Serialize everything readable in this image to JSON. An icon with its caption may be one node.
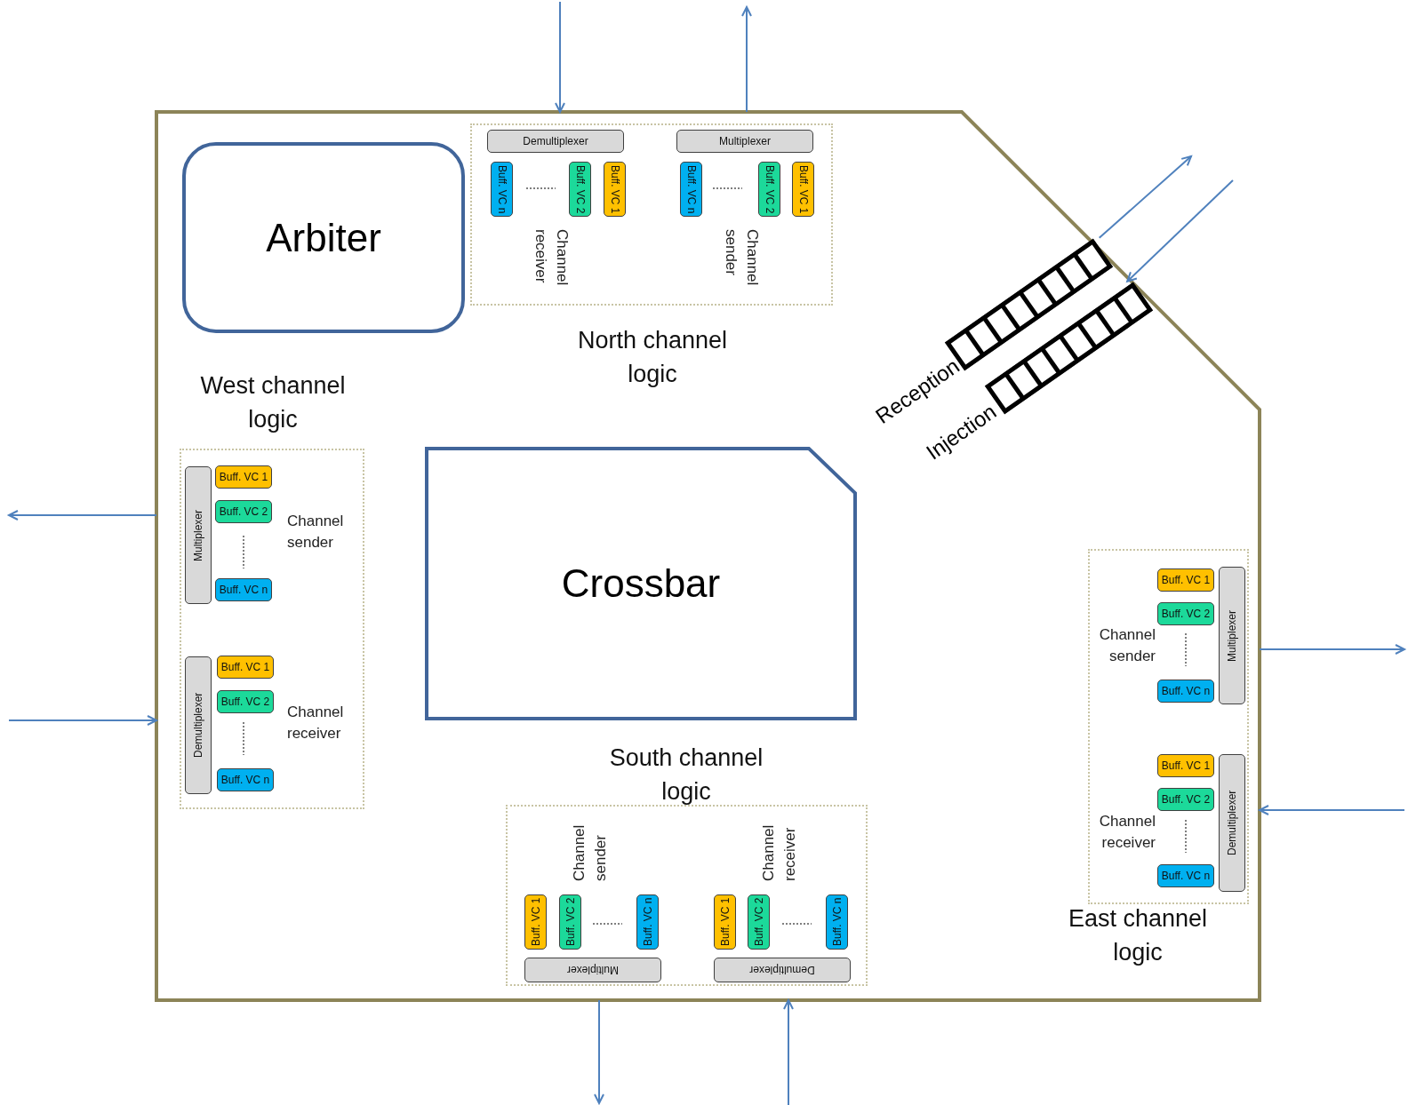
{
  "diagram": {
    "nodes": [
      {
        "text": [],
        "shape": "box"
      },
      {
        "text": [
          "Arbiter"
        ],
        "in": 0
      },
      {
        "text": [
          "North channel logic"
        ],
        "in": 0
      },
      {
        "text": [
          "Demultiplexer"
        ],
        "in": 2
      },
      {
        "text": [
          "Buff. VC n"
        ],
        "in": 2
      },
      {
        "text": [
          "Buff. VC 2"
        ],
        "in": 2
      },
      {
        "text": [
          "Buff. VC 1"
        ],
        "in": 2
      },
      {
        "text": [
          "Multiplexer"
        ],
        "in": 2
      },
      {
        "text": [
          "Buff. VC n"
        ],
        "in": 2
      },
      {
        "text": [
          "Buff. VC 2"
        ],
        "in": 2
      },
      {
        "text": [
          "Buff. VC 1"
        ],
        "in": 2
      },
      {
        "text": [
          "West channel logic"
        ],
        "in": 0
      },
      {
        "text": [
          "Multiplexer"
        ],
        "in": 11
      },
      {
        "text": [
          "Buff. VC 1"
        ],
        "in": 11
      },
      {
        "text": [
          "Buff. VC 2"
        ],
        "in": 11
      },
      {
        "text": [
          "Buff. VC n"
        ],
        "in": 11
      },
      {
        "text": [
          "Demultiplexer"
        ],
        "in": 11
      },
      {
        "text": [
          "Buff. VC 1"
        ],
        "in": 11
      },
      {
        "text": [
          "Buff. VC 2"
        ],
        "in": 11
      },
      {
        "text": [
          "Buff. VC n"
        ],
        "in": 11
      },
      {
        "text": [
          "Reception"
        ],
        "in": 0
      },
      {
        "text": [
          "Injection"
        ],
        "in": 0
      },
      {
        "text": [
          "Crossbar"
        ],
        "in": 0
      },
      {
        "text": [
          "East channel logic"
        ],
        "in": 0
      },
      {
        "text": [
          "Buff. VC 1"
        ],
        "in": 23
      },
      {
        "text": [
          "Buff. VC 2"
        ],
        "in": 23
      },
      {
        "text": [
          "Buff. VC n"
        ],
        "in": 23
      },
      {
        "text": [
          "Multiplexer"
        ],
        "in": 23
      },
      {
        "text": [
          "Buff. VC 1"
        ],
        "in": 23
      },
      {
        "text": [
          "Buff. VC 2"
        ],
        "in": 23
      },
      {
        "text": [
          "Buff. VC n"
        ],
        "in": 23
      },
      {
        "text": [
          "Demultiplexer"
        ],
        "in": 23
      },
      {
        "text": [
          "South channel logic"
        ],
        "in": 0
      },
      {
        "text": [
          "Buff. VC 1"
        ],
        "in": 32
      },
      {
        "text": [
          "Buff. VC 2"
        ],
        "in": 32
      },
      {
        "text": [
          "Buff. VC n"
        ],
        "in": 32
      },
      {
        "text": [
          "Multiplexer"
        ],
        "in": 32
      },
      {
        "text": [
          "Buff. VC 1"
        ],
        "in": 32
      },
      {
        "text": [
          "Buff. VC 2"
        ],
        "in": 32
      },
      {
        "text": [
          "Buff. VC n"
        ],
        "in": 32
      },
      {
        "text": [
          "Demultiplexer"
        ],
        "in": 32
      }
    ],
    "edges": [
      {
        "from": null,
        "to": 0,
        "arrow": "to"
      },
      {
        "from": 0,
        "to": null,
        "arrow": "to"
      },
      {
        "from": 20,
        "to": null,
        "arrow": "to"
      },
      {
        "from": null,
        "to": 21,
        "arrow": "to"
      },
      {
        "from": 0,
        "to": null,
        "arrow": "to"
      },
      {
        "from": null,
        "to": 0,
        "arrow": "to"
      },
      {
        "from": 0,
        "to": null,
        "arrow": "to"
      },
      {
        "from": null,
        "to": 0,
        "arrow": "to"
      },
      {
        "from": 0,
        "to": null,
        "arrow": "to"
      },
      {
        "from": null,
        "to": 0,
        "arrow": "to"
      }
    ],
    "labels": [
      "Channel receiver",
      "Channel sender",
      "Channel sender",
      "Channel receiver",
      "Channel sender",
      "Channel receiver",
      "Channel sender",
      "Channel receiver"
    ]
  }
}
